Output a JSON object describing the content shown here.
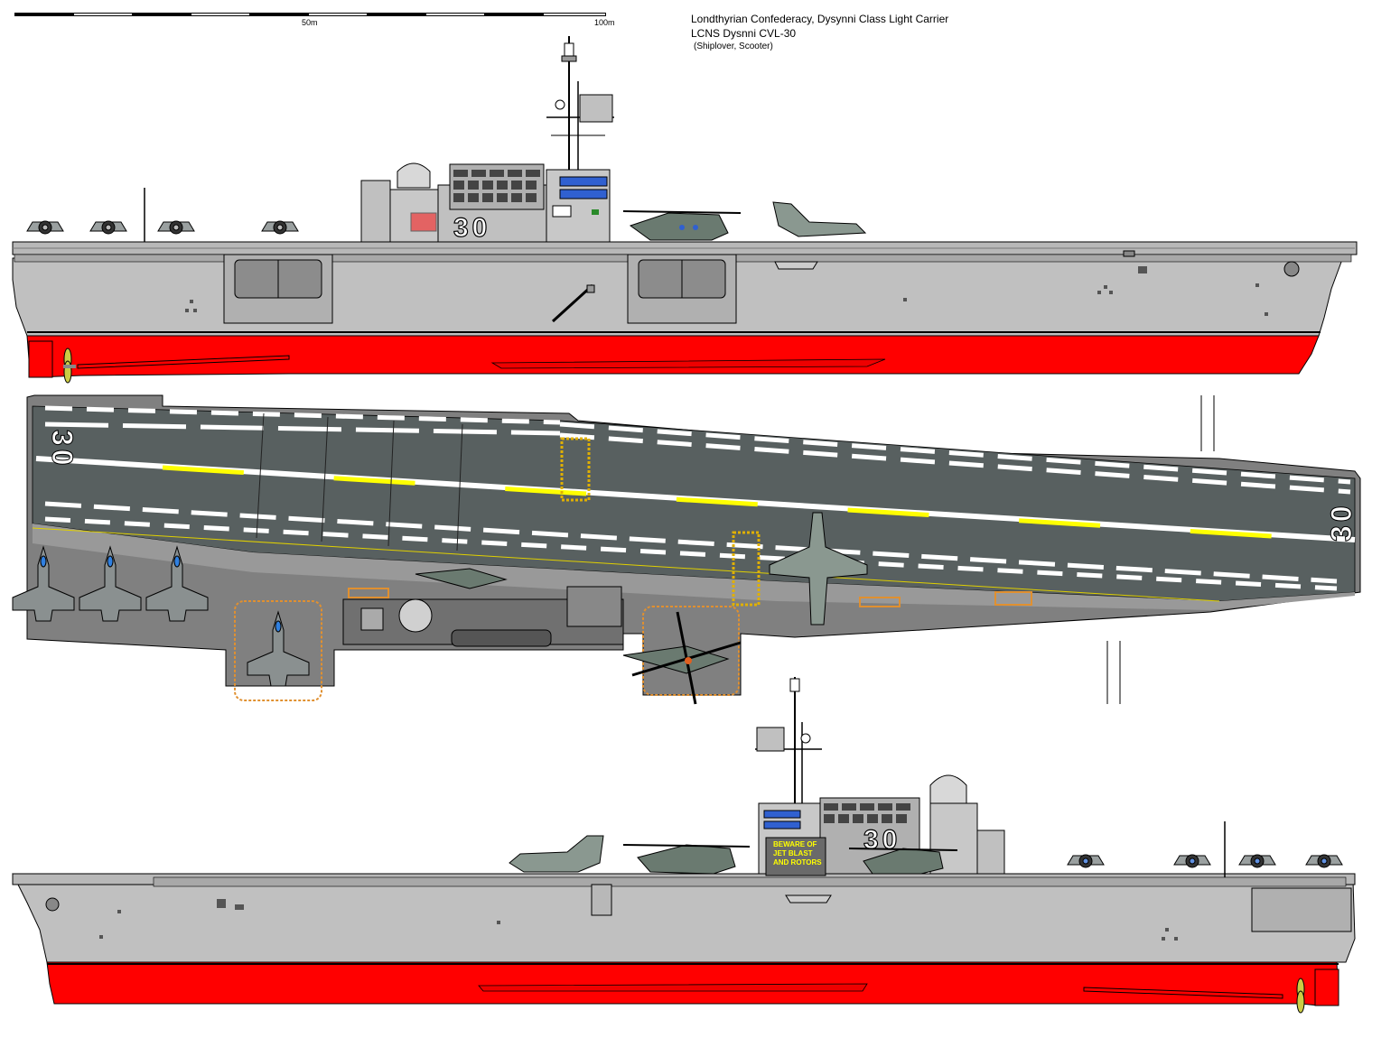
{
  "scale": {
    "label_mid": "50m",
    "label_end": "100m"
  },
  "title": {
    "line1": "Londthyrian Confederacy, Dysynni Class Light Carrier",
    "line2": "LCNS Dysnni CVL-30",
    "line3": "(Shiplover, Scooter)"
  },
  "ship": {
    "hull_number": "30",
    "sign_line1": "BEWARE OF",
    "sign_line2": "JET BLAST",
    "sign_line3": "AND ROTORS",
    "colors": {
      "hull": "#c0c0c0",
      "boot_topping": "#ff0000",
      "deck": "#586060",
      "deck_margin": "#808080",
      "centerline": "#ffff00",
      "hazard": "#e09030",
      "aircraft": "#909898",
      "helicopter": "#6a7a70",
      "window_blue": "#3060d0"
    },
    "icons": {
      "profile": "ship-profile-side-view",
      "plan": "flight-deck-plan-view",
      "propeller": "propeller-icon",
      "anchor": "anchor-icon"
    }
  }
}
